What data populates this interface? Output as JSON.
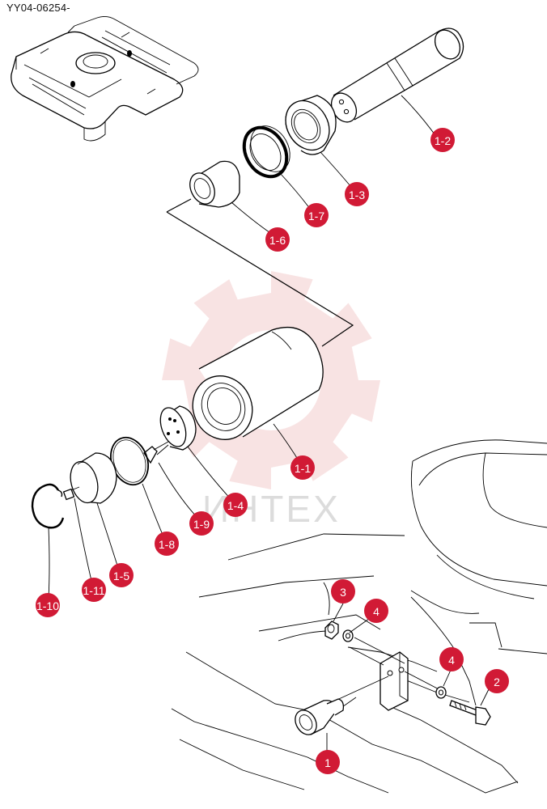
{
  "document_id": "YY04-06254-",
  "watermark": {
    "text": "ИНТЕХ",
    "color": "#f3c9c9"
  },
  "accent_color": "#d11a35",
  "callouts": [
    {
      "id": "c-1-2",
      "label": "1-2"
    },
    {
      "id": "c-1-3",
      "label": "1-3"
    },
    {
      "id": "c-1-7",
      "label": "1-7"
    },
    {
      "id": "c-1-6",
      "label": "1-6"
    },
    {
      "id": "c-1-1",
      "label": "1-1"
    },
    {
      "id": "c-1-4",
      "label": "1-4"
    },
    {
      "id": "c-1-9",
      "label": "1-9"
    },
    {
      "id": "c-1-8",
      "label": "1-8"
    },
    {
      "id": "c-1-5",
      "label": "1-5"
    },
    {
      "id": "c-1-11",
      "label": "1-11"
    },
    {
      "id": "c-1-10",
      "label": "1-10"
    },
    {
      "id": "c-3",
      "label": "3"
    },
    {
      "id": "c-4a",
      "label": "4"
    },
    {
      "id": "c-4b",
      "label": "4"
    },
    {
      "id": "c-2",
      "label": "2"
    },
    {
      "id": "c-1",
      "label": "1"
    }
  ]
}
